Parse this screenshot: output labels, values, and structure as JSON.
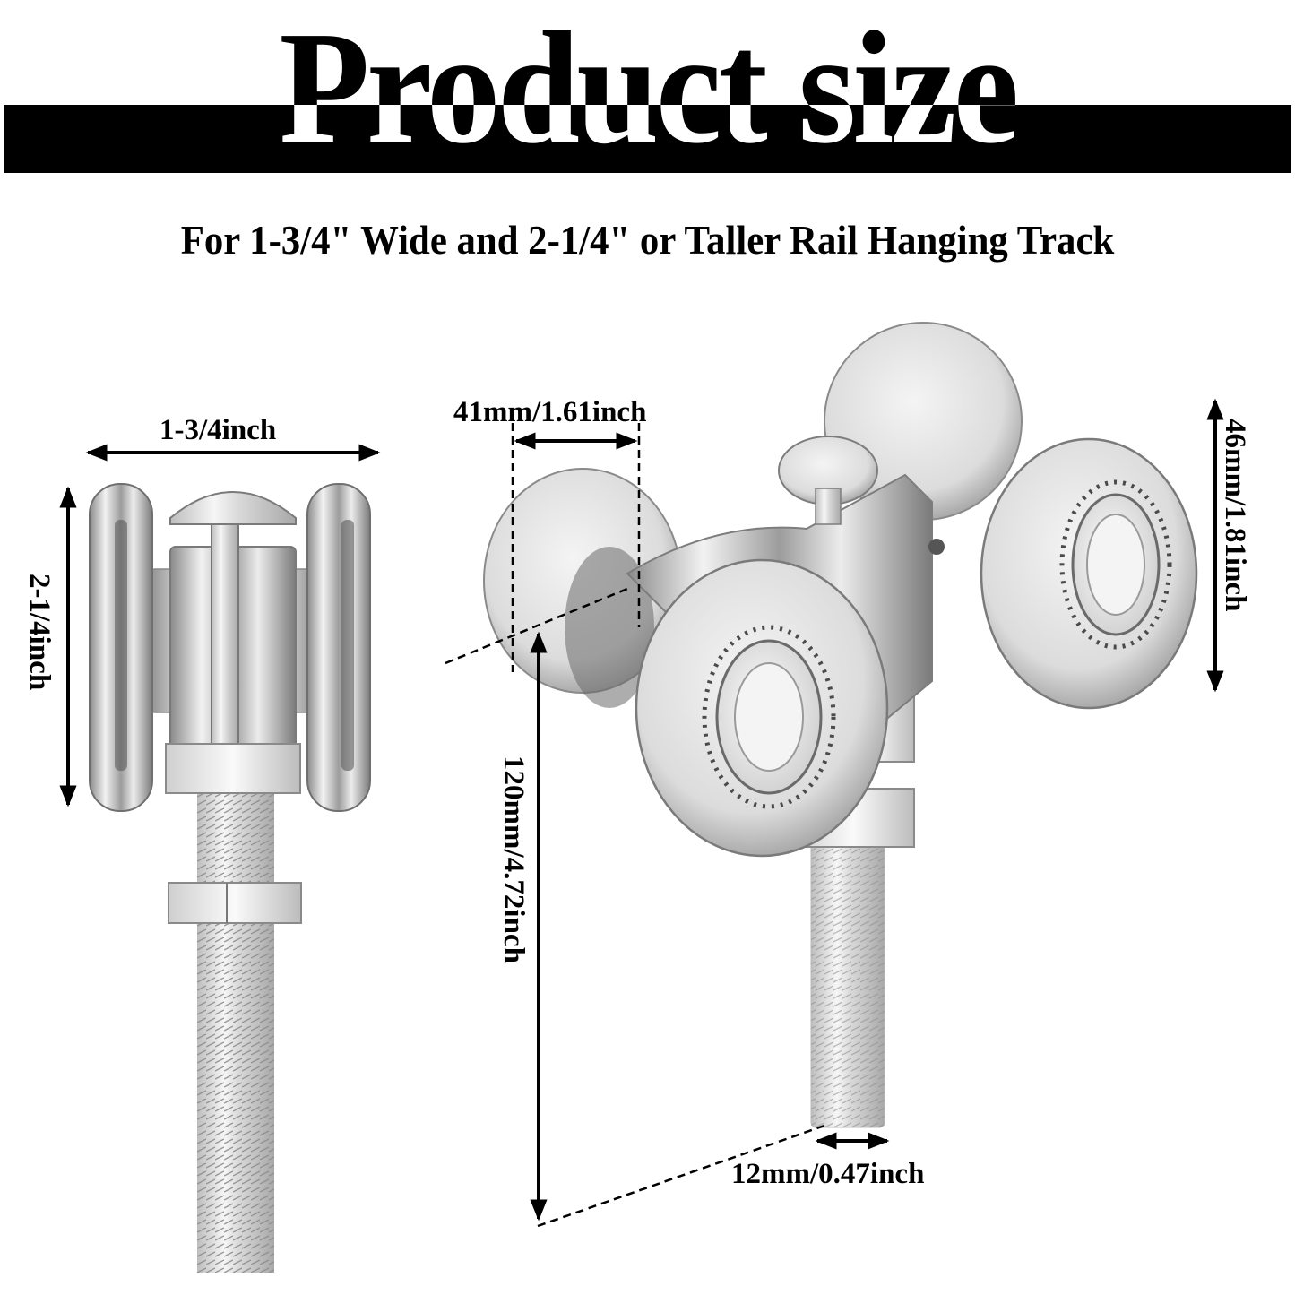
{
  "header": {
    "title": "Product size",
    "subtitle": "For 1-3/4\" Wide and 2-1/4\" or Taller Rail Hanging Track"
  },
  "left_product": {
    "description": "Front view of hanger wheel with bolt and hex nuts",
    "dimensions": {
      "width": "1-3/4inch",
      "height": "2-1/4inch"
    }
  },
  "right_product": {
    "description": "Angled view of 4-wheel trolley with bearings, bolt and hex nuts",
    "dimensions": {
      "wheel_width": "41mm/1.61inch",
      "wheel_height": "46mm/1.81inch",
      "total_height": "120mm/4.72inch",
      "bolt_diameter": "12mm/0.47inch"
    }
  },
  "colors": {
    "background": "#ffffff",
    "band": "#000000",
    "text": "#000000",
    "metal_light": "#e6e6e6",
    "metal_mid": "#b5b5b5",
    "metal_dark": "#6a6a6a"
  }
}
